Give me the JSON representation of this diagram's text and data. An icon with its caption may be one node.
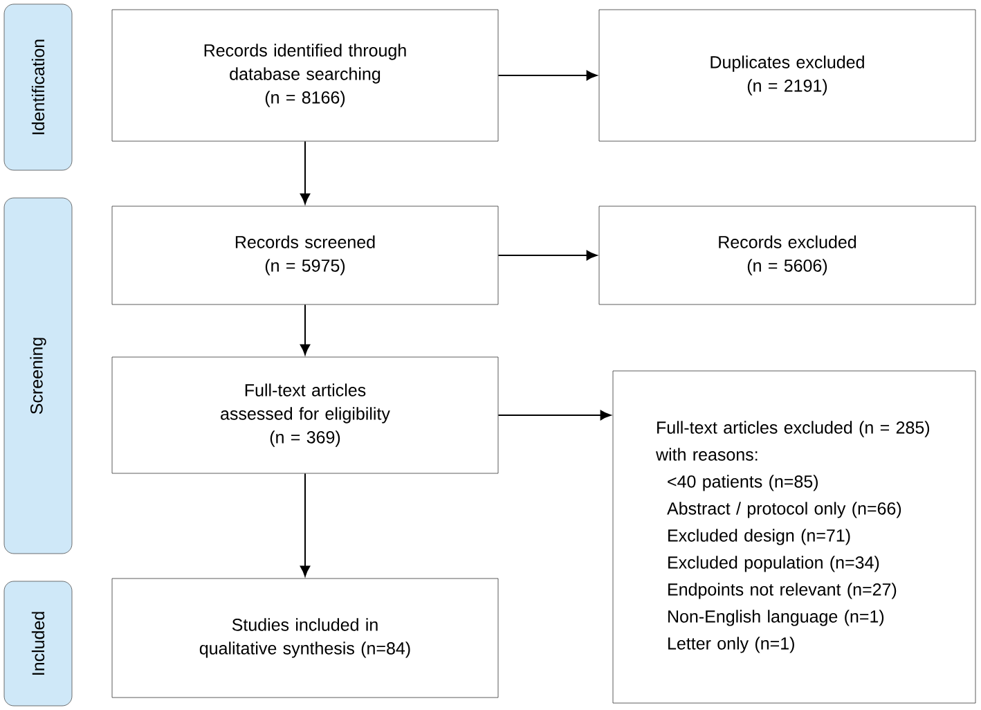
{
  "diagram": {
    "nodes": [
      {
        "text": [
          "Identification"
        ]
      },
      {
        "text": [
          "Screening"
        ]
      },
      {
        "text": [
          "Included"
        ]
      },
      {
        "text": [
          "Records identified through database searching",
          "(n = 8166)"
        ]
      },
      {
        "text": [
          "Duplicates excluded",
          "(n = 2191)"
        ]
      },
      {
        "text": [
          "Records screened",
          "(n = 5975)"
        ]
      },
      {
        "text": [
          "Records excluded",
          "(n = 5606)"
        ]
      },
      {
        "text": [
          "Full-text articles assessed for eligibility",
          "(n = 369)"
        ]
      },
      {
        "text": [
          "Full-text articles excluded (n = 285) with reasons:",
          "<40 patients (n=85)",
          "Abstract / protocol only (n=66)",
          "Excluded design (n=71)",
          "Excluded population (n=34)",
          "Endpoints not relevant (n=27)",
          "Non-English language (n=1)",
          "Letter only (n=1)"
        ]
      },
      {
        "text": [
          "Studies included in qualitative synthesis (n=84)"
        ]
      }
    ],
    "edges": [
      {
        "from": 3,
        "to": 4,
        "arrow": "to"
      },
      {
        "from": 3,
        "to": 5,
        "arrow": "to"
      },
      {
        "from": 5,
        "to": 6,
        "arrow": "to"
      },
      {
        "from": 5,
        "to": 7,
        "arrow": "to"
      },
      {
        "from": 7,
        "to": 8,
        "arrow": "to"
      },
      {
        "from": 7,
        "to": 9,
        "arrow": "to"
      }
    ]
  }
}
